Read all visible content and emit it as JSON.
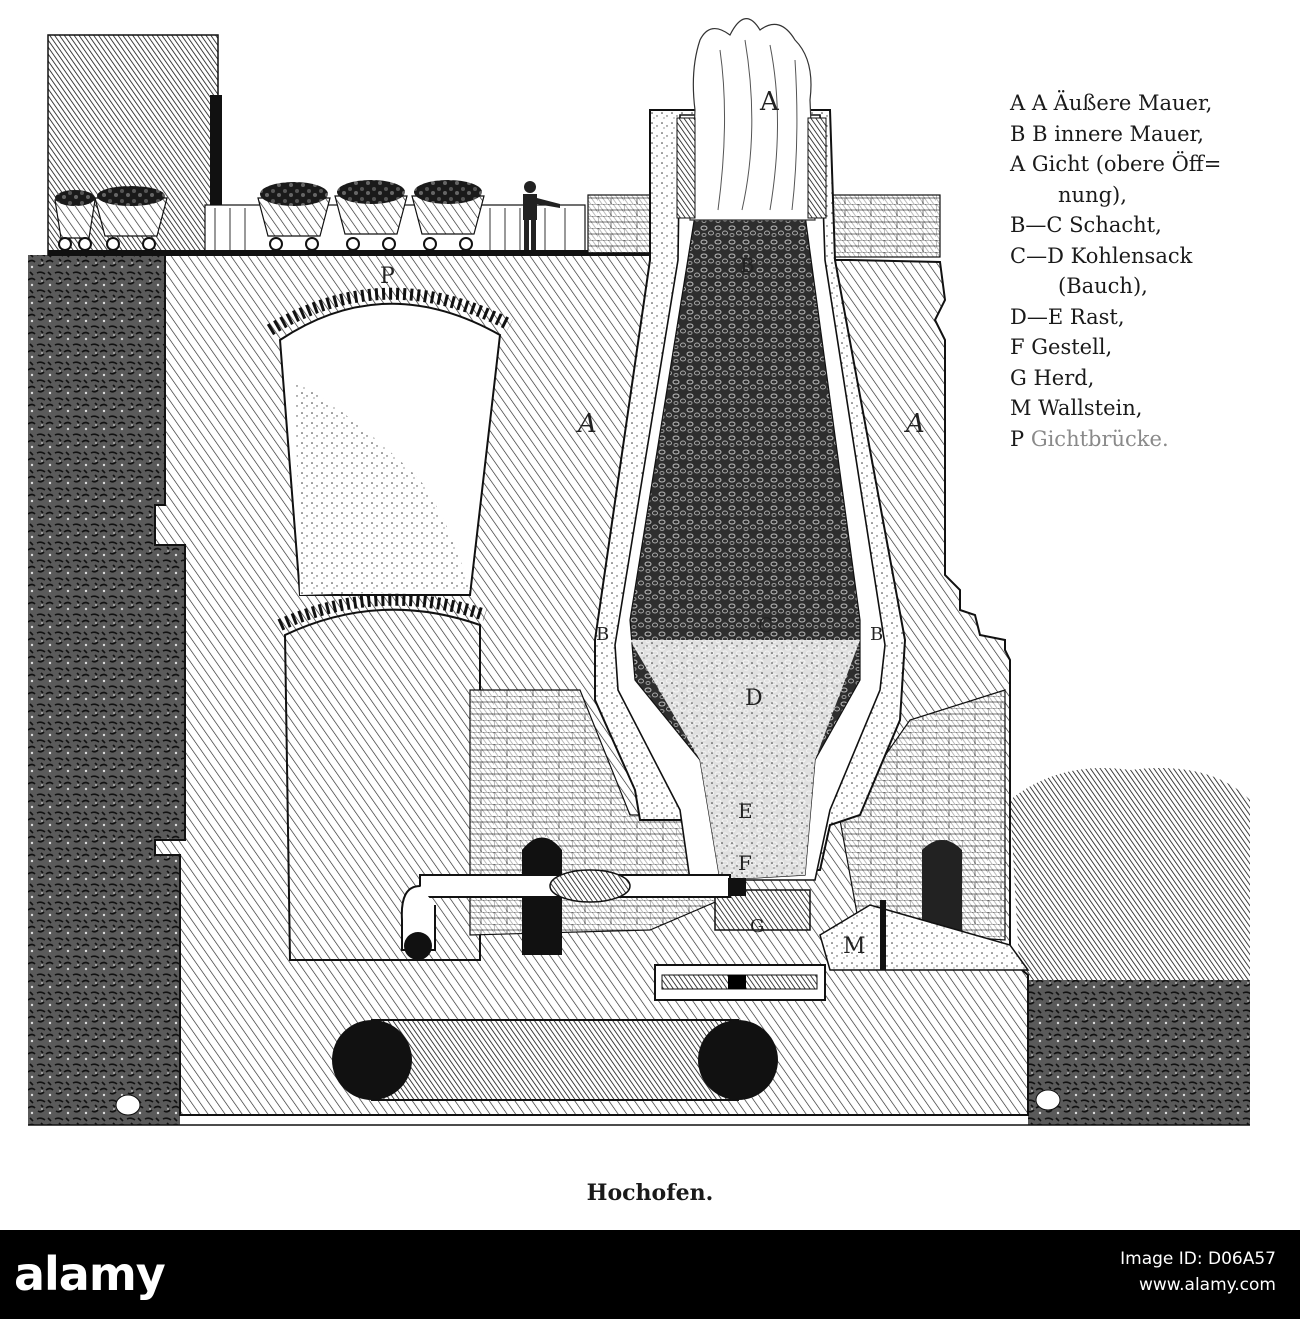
{
  "legend": [
    {
      "text": "A A Äußere Mauer,"
    },
    {
      "text": "B B innere Mauer,"
    },
    {
      "text": "A Gicht (obere Öff="
    },
    {
      "text": "nung),",
      "continuation": true
    },
    {
      "text": "B—C Schacht,"
    },
    {
      "text": "C—D Kohlensack"
    },
    {
      "text": "(Bauch),",
      "continuation": true
    },
    {
      "text": "D—E Rast,"
    },
    {
      "text": "F Gestell,"
    },
    {
      "text": "G Herd,"
    },
    {
      "text": "M Wallstein,"
    },
    {
      "text": "P Gichtbrücke."
    }
  ],
  "figure_labels": {
    "a_top": "A",
    "a_left": "A",
    "a_right": "A",
    "b_top": "B",
    "b_left": "B",
    "b_right": "B",
    "c": "C",
    "d": "D",
    "e": "E",
    "f": "F",
    "g": "G",
    "m": "M",
    "p": "P"
  },
  "caption": "Hochofen.",
  "watermark": {
    "logo": "alamy",
    "image_id_label": "Image ID: D06A57",
    "site": "www.alamy.com"
  }
}
